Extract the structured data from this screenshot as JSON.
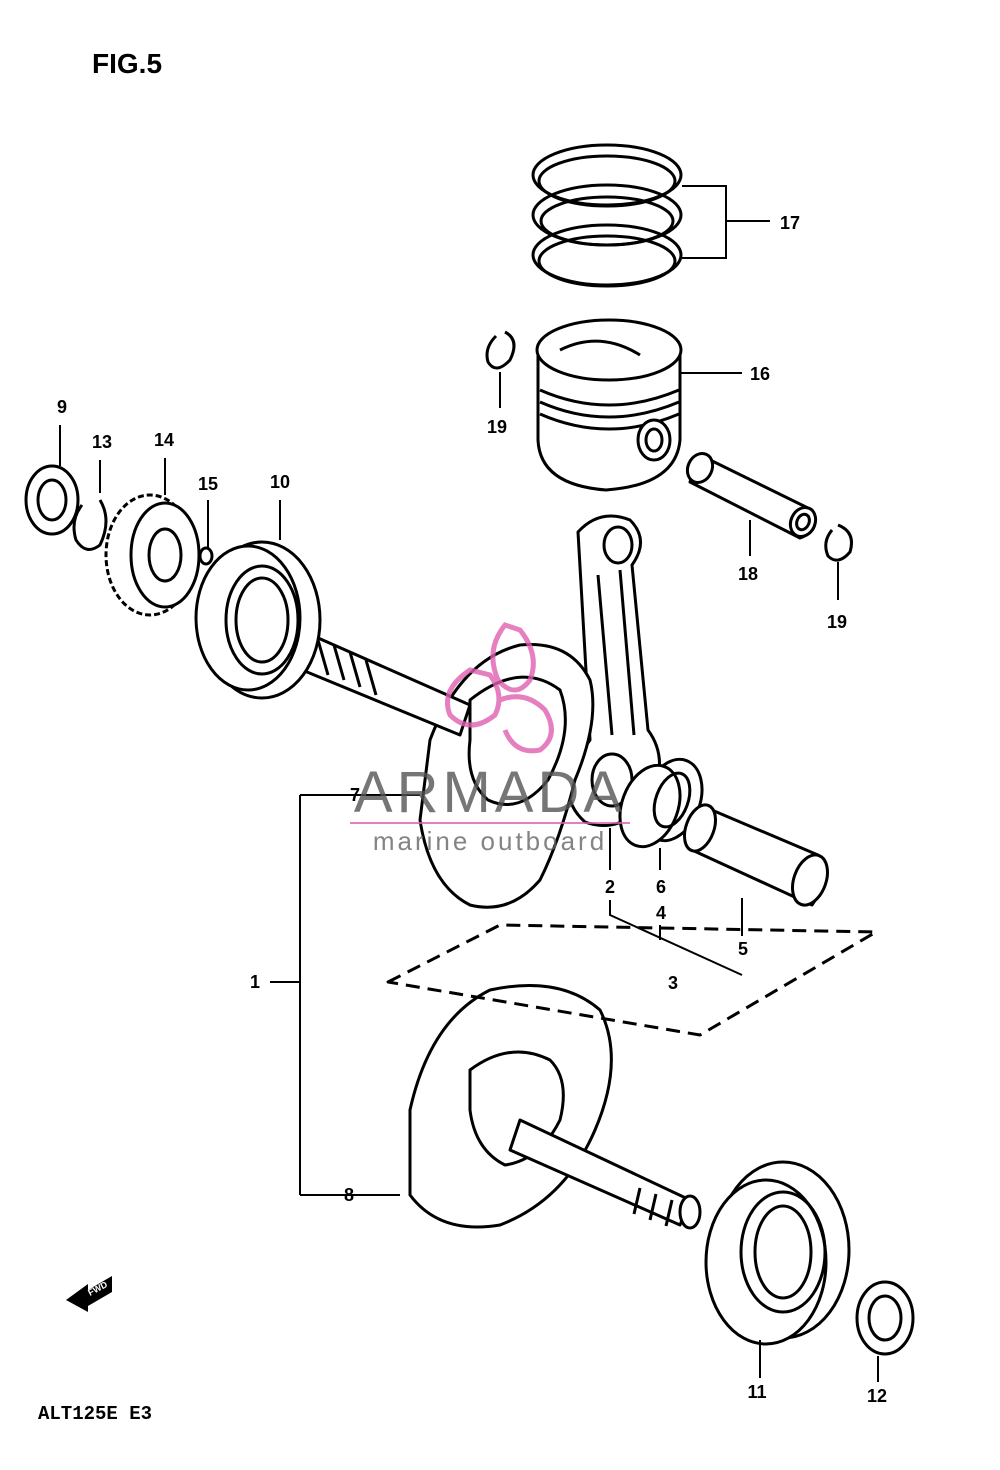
{
  "figure_title": "FIG.5",
  "model_code": "ALT125E  E3",
  "fwd_label": "FWD",
  "watermark": {
    "brand": "ARMADA",
    "tagline": "marine outboard",
    "accent_color": "#e060b0"
  },
  "callouts": [
    "1",
    "2",
    "3",
    "4",
    "5",
    "6",
    "7",
    "8",
    "9",
    "10",
    "11",
    "12",
    "13",
    "14",
    "15",
    "16",
    "17",
    "18",
    "19",
    "19"
  ]
}
